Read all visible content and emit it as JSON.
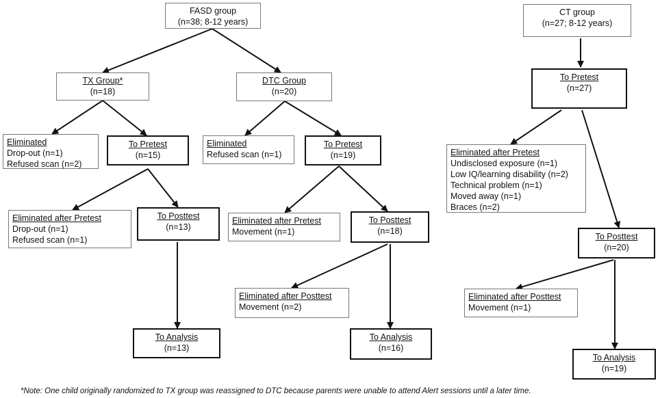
{
  "boxes": {
    "fasd": {
      "title": "FASD group",
      "lines": [
        "(n=38; 8-12 years)"
      ]
    },
    "tx": {
      "title": "TX Group*",
      "lines": [
        "(n=18)"
      ]
    },
    "dtc": {
      "title": "DTC Group",
      "lines": [
        "(n=20)"
      ]
    },
    "tx_elim": {
      "title": "Eliminated",
      "lines": [
        "Drop-out (n=1)",
        "Refused scan (n=2)"
      ]
    },
    "tx_pre": {
      "title": "To Pretest",
      "lines": [
        "(n=15)"
      ]
    },
    "tx_elim2": {
      "title": "Eliminated after Pretest",
      "lines": [
        "Drop-out (n=1)",
        "Refused scan (n=1)"
      ]
    },
    "tx_post": {
      "title": "To Posttest",
      "lines": [
        "(n=13)"
      ]
    },
    "tx_ana": {
      "title": "To Analysis",
      "lines": [
        "(n=13)"
      ]
    },
    "dtc_elim": {
      "title": "Eliminated",
      "lines": [
        "Refused scan (n=1)"
      ]
    },
    "dtc_pre": {
      "title": "To Pretest",
      "lines": [
        "(n=19)"
      ]
    },
    "dtc_elim2": {
      "title": "Eliminated after Pretest",
      "lines": [
        "Movement (n=1)"
      ]
    },
    "dtc_post": {
      "title": "To Posttest",
      "lines": [
        "(n=18)"
      ]
    },
    "dtc_elim3": {
      "title": "Eliminated after Posttest",
      "lines": [
        "Movement (n=2)"
      ]
    },
    "dtc_ana": {
      "title": "To Analysis",
      "lines": [
        "(n=16)"
      ]
    },
    "ct": {
      "title": "CT group",
      "lines": [
        "(n=27; 8-12 years)"
      ]
    },
    "ct_pre": {
      "title": "To Pretest",
      "lines": [
        "(n=27)"
      ]
    },
    "ct_elim": {
      "title": "Eliminated after Pretest",
      "lines": [
        "Undisclosed exposure (n=1)",
        "Low IQ/learning disability (n=2)",
        "Technical problem (n=1)",
        "Moved away (n=1)",
        "Braces (n=2)"
      ]
    },
    "ct_post": {
      "title": "To Posttest",
      "lines": [
        "(n=20)"
      ]
    },
    "ct_elim2": {
      "title": "Eliminated after Posttest",
      "lines": [
        "Movement (n=1)"
      ]
    },
    "ct_ana": {
      "title": "To Analysis",
      "lines": [
        "(n=19)"
      ]
    }
  },
  "note": "*Note: One child originally randomized to TX group was reassigned to DTC because parents were unable to attend Alert sessions until a later time."
}
